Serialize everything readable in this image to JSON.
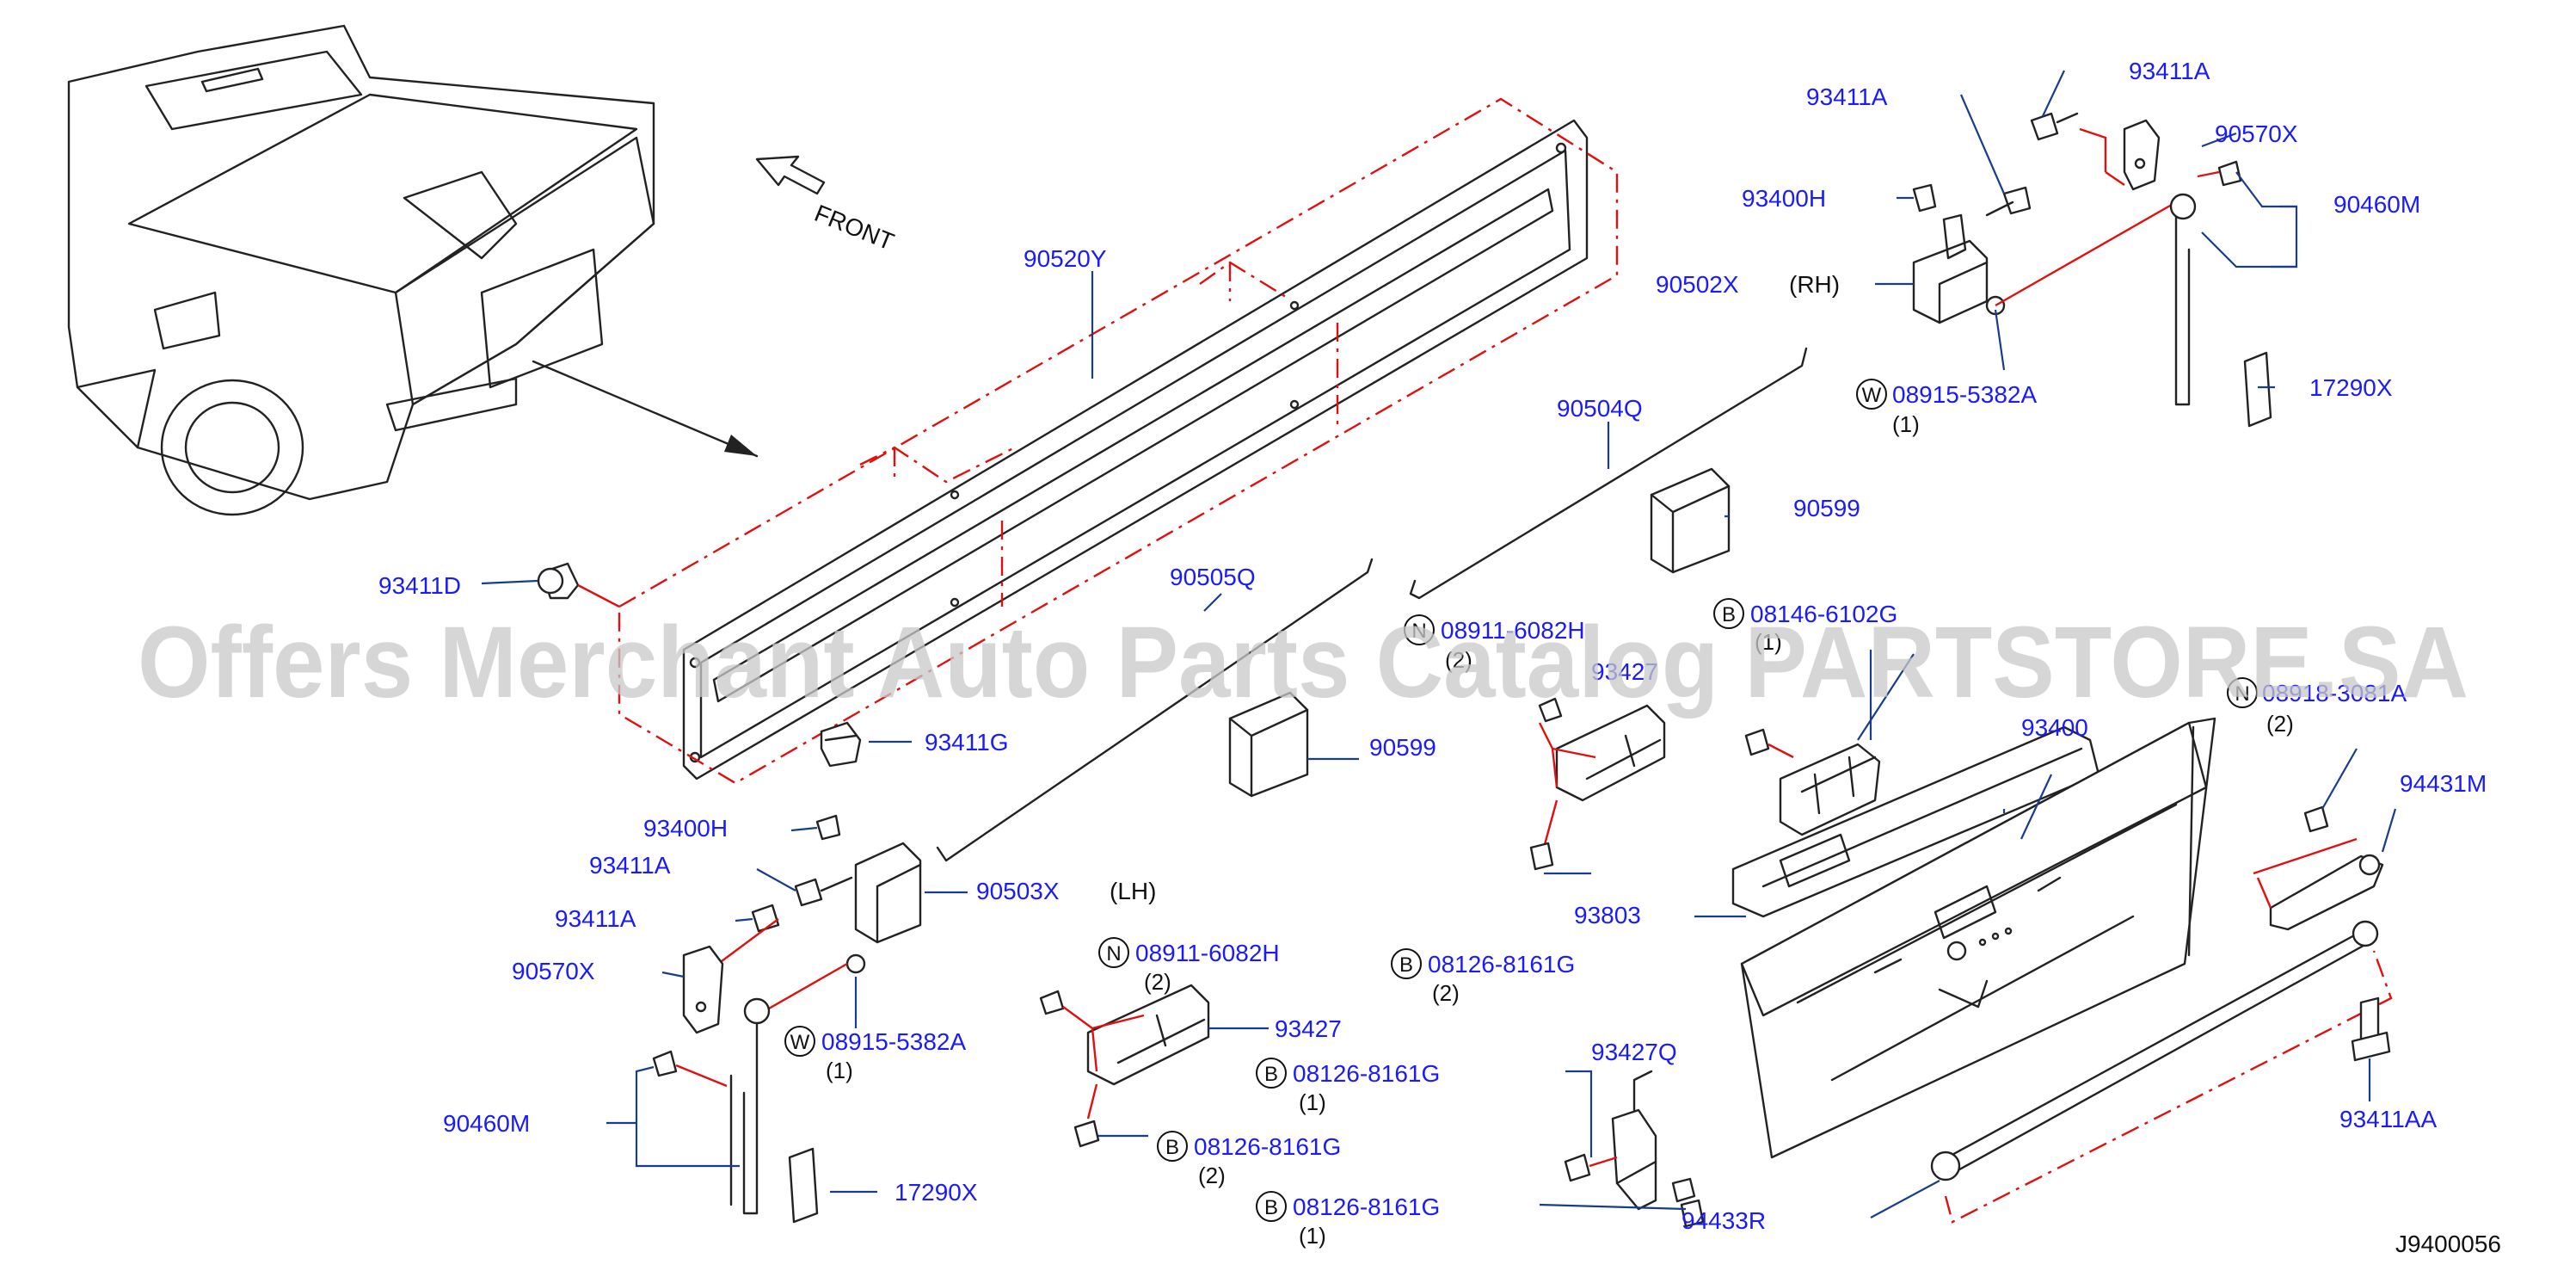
{
  "diagram_id": "J9400056",
  "watermark": "Offers Merchant Auto Parts Catalog PARTSTORE.SA",
  "front_label": "FRONT",
  "side_labels": {
    "rh": "(RH)",
    "lh": "(LH)"
  },
  "callout_letters": {
    "w": "W",
    "n": "N",
    "b": "B"
  },
  "parts": {
    "p90520Y": "90520Y",
    "p93411D": "93411D",
    "p93411G": "93411G",
    "p90505Q": "90505Q",
    "p90504Q": "90504Q",
    "p90502X": "90502X",
    "p90599a": "90599",
    "p90599b": "90599",
    "p93411A_1": "93411A",
    "p93411A_2": "93411A",
    "p93411A_3": "93411A",
    "p93411A_4": "93411A",
    "p93400H_1": "93400H",
    "p93400H_2": "93400H",
    "p90570X_1": "90570X",
    "p90570X_2": "90570X",
    "p90460M_1": "90460M",
    "p90460M_2": "90460M",
    "p17290X_1": "17290X",
    "p17290X_2": "17290X",
    "p90503X": "90503X",
    "p93427_1": "93427",
    "p93427_2": "93427",
    "p93427Q": "93427Q",
    "p93400": "93400",
    "p93803": "93803",
    "p94431M": "94431M",
    "p94433R": "94433R",
    "p93411AA": "93411AA"
  },
  "callouts": {
    "w1": {
      "code": "08915-5382A",
      "qty": "(1)"
    },
    "w2": {
      "code": "08915-5382A",
      "qty": "(1)"
    },
    "n1": {
      "code": "08911-6082H",
      "qty": "(2)"
    },
    "n2": {
      "code": "08911-6082H",
      "qty": "(2)"
    },
    "n3": {
      "code": "08918-3081A",
      "qty": "(2)"
    },
    "b1": {
      "code": "08146-6102G",
      "qty": "(1)"
    },
    "b2": {
      "code": "08126-8161G",
      "qty": "(2)"
    },
    "b3": {
      "code": "08126-8161G",
      "qty": "(1)"
    },
    "b4": {
      "code": "08126-8161G",
      "qty": "(2)"
    },
    "b5": {
      "code": "08126-8161G",
      "qty": "(1)"
    }
  }
}
